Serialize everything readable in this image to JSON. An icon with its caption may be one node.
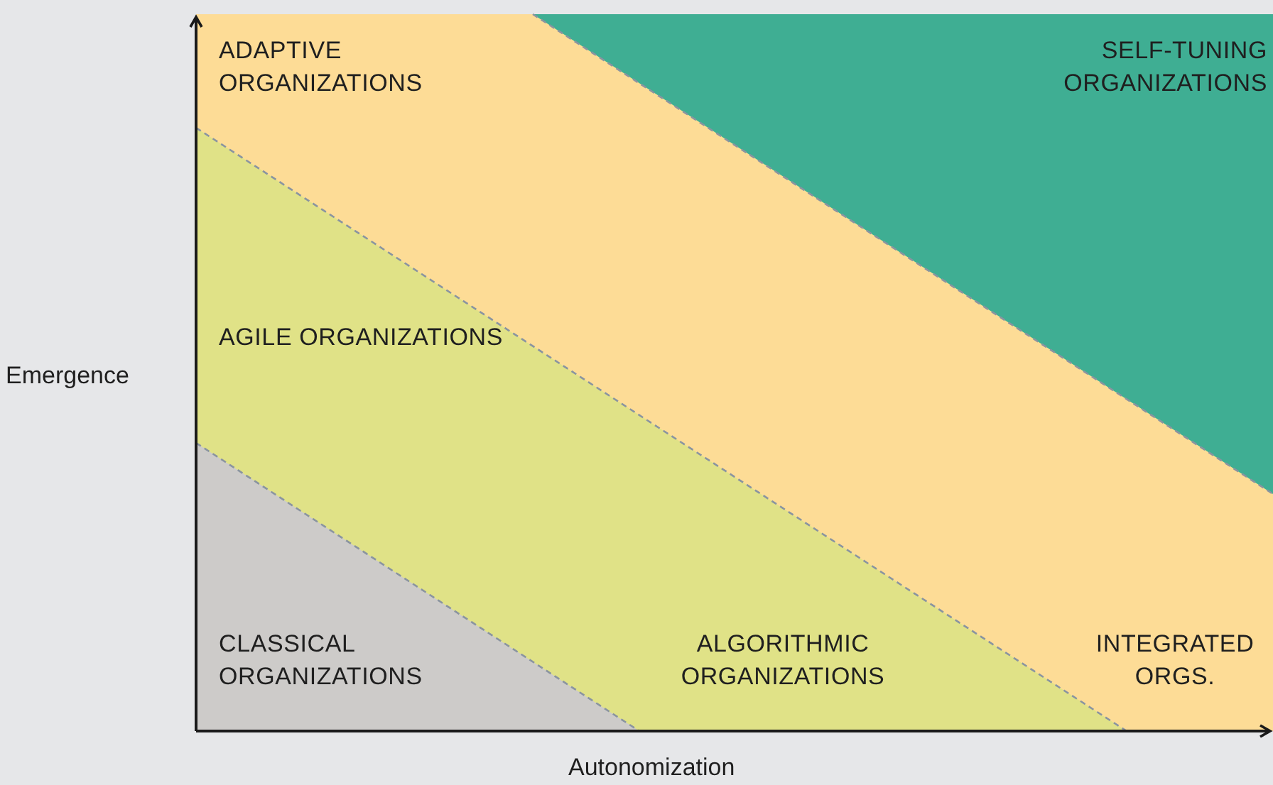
{
  "diagram": {
    "labels": [
      "ADAPTIVE ORGANIZATIONS",
      "SELF-TUNING ORGANIZATIONS",
      "Emergence",
      "AGILE ORGANIZATIONS",
      "CLASSICAL ORGANIZATIONS",
      "ALGORITHMIC ORGANIZATIONS",
      "INTEGRATED ORGS.",
      "Autonomization"
    ]
  }
}
